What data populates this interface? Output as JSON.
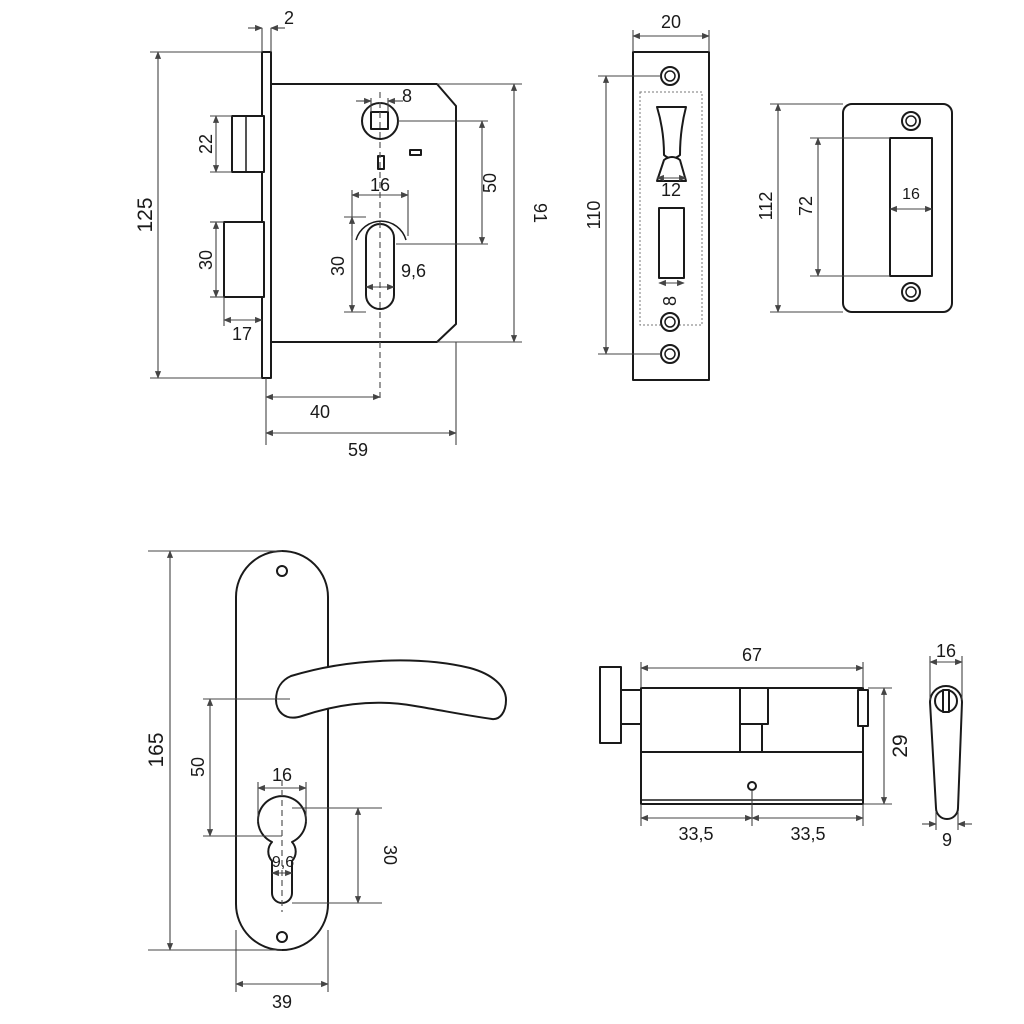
{
  "colors": {
    "line": "#1a1a1a",
    "dimension": "#444444",
    "background": "#ffffff"
  },
  "mortise_lock": {
    "faceplate_thickness": "2",
    "overall_height": "125",
    "latch_height": "22",
    "deadbolt_height": "30",
    "deadbolt_projection": "17",
    "spindle_size": "8",
    "spindle_to_cylinder": "50",
    "body_height": "91",
    "cylinder_width": "16",
    "cylinder_height": "30",
    "cylinder_bore": "9,6",
    "backset": "40",
    "body_depth": "59"
  },
  "faceplate": {
    "width": "20",
    "hole_spacing": "110",
    "latch_slot_width": "12",
    "bolt_slot_width": "8"
  },
  "strike_plate": {
    "height": "112",
    "opening_height": "72",
    "opening_width": "16"
  },
  "handle": {
    "plate_height": "165",
    "spindle_to_cylinder": "50",
    "cylinder_width": "16",
    "cylinder_height": "30",
    "cylinder_bore": "9,6",
    "plate_width": "39"
  },
  "cylinder": {
    "length": "67",
    "height": "29",
    "half_left": "33,5",
    "half_right": "33,5"
  },
  "cylinder_end": {
    "width": "16",
    "base_width": "9"
  }
}
